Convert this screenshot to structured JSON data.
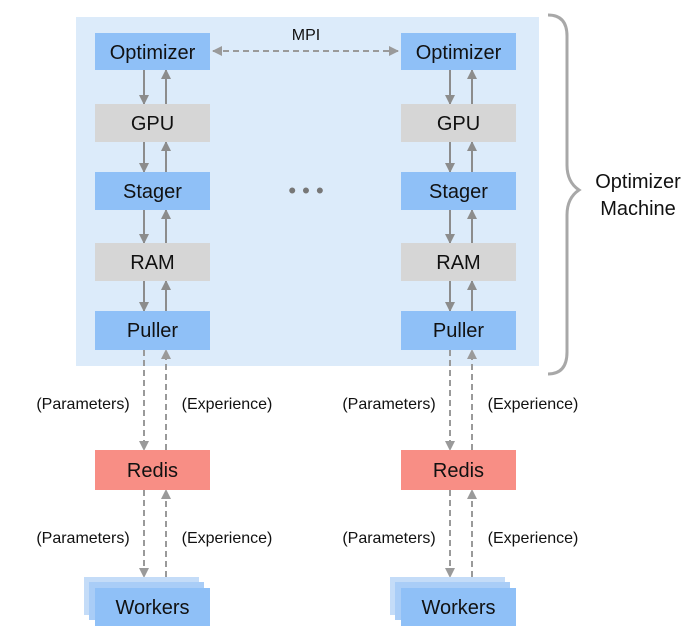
{
  "colors": {
    "machine_bg": "#dcebfa",
    "blue_box": "#8fc0f7",
    "gray_box": "#d6d6d6",
    "redis_box": "#f88e85",
    "solid_arrow": "#8c8c8c",
    "dashed_arrow": "#9a9a9a",
    "brace": "#a8a8a8",
    "text": "#111111"
  },
  "machine_label_line1": "Optimizer",
  "machine_label_line2": "Machine",
  "mpi_label": "MPI",
  "ellipsis": "• • •",
  "columns": [
    {
      "optimizer": "Optimizer",
      "gpu": "GPU",
      "stager": "Stager",
      "ram": "RAM",
      "puller": "Puller",
      "redis": "Redis",
      "workers": "Workers",
      "parameters_label_1": "(Parameters)",
      "experience_label_1": "(Experience)",
      "parameters_label_2": "(Parameters)",
      "experience_label_2": "(Experience)"
    },
    {
      "optimizer": "Optimizer",
      "gpu": "GPU",
      "stager": "Stager",
      "ram": "RAM",
      "puller": "Puller",
      "redis": "Redis",
      "workers": "Workers",
      "parameters_label_1": "(Parameters)",
      "experience_label_1": "(Experience)",
      "parameters_label_2": "(Parameters)",
      "experience_label_2": "(Experience)"
    }
  ]
}
